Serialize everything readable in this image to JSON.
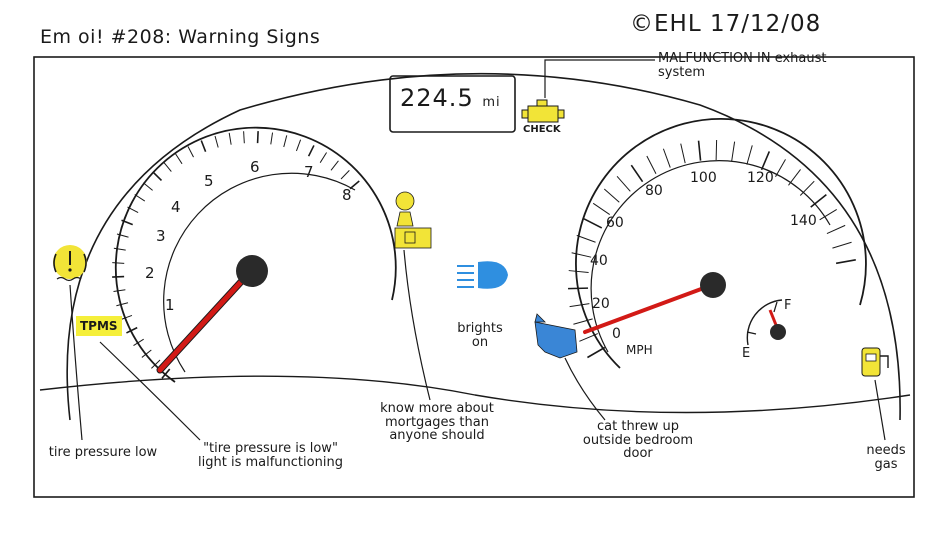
{
  "title": "Em oi! #208: Warning Signs",
  "copyright": "©EHL 17/12/08",
  "odometer": {
    "value": "224.5",
    "unit": "mi"
  },
  "tachometer": {
    "ticks": [
      "1",
      "2",
      "3",
      "4",
      "5",
      "6",
      "7",
      "8"
    ]
  },
  "speedometer": {
    "ticks": [
      "0",
      "20",
      "40",
      "60",
      "80",
      "100",
      "120",
      "140"
    ],
    "unit": "MPH",
    "needle_value": 15
  },
  "fuel_gauge": {
    "full_label": "F",
    "empty_label": "E"
  },
  "indicators": {
    "tpms_label": "TPMS",
    "check_label": "CHECK"
  },
  "annotations": {
    "exhaust": "MALFUNCTION IN exhaust system",
    "tire_pressure": "tire pressure low",
    "tpms": "\"tire pressure is low\" light is malfunctioning",
    "mortgage": "know more about mortgages than anyone should",
    "brights": "brights on",
    "cat": "cat threw up outside bedroom door",
    "gas": "needs gas"
  },
  "colors": {
    "ink": "#1a1a1a",
    "needle": "#d21a16",
    "warning_yellow": "#f2e437",
    "brights_blue": "#2f8fe0",
    "cat_blue": "#3a86d6"
  }
}
